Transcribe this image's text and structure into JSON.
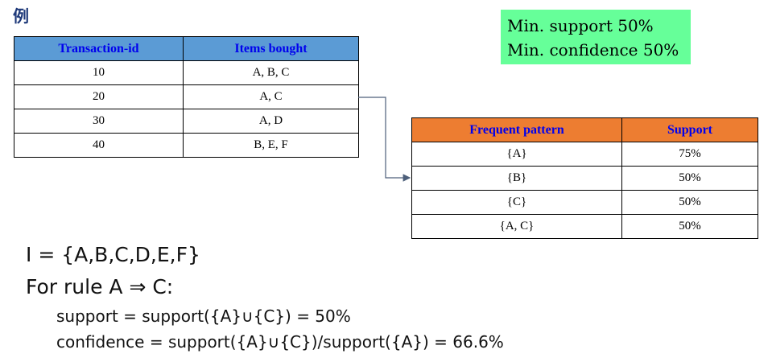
{
  "title_char": "例",
  "thresholds": {
    "min_support": "Min. support 50%",
    "min_confidence": "Min. confidence 50%"
  },
  "transactions": {
    "headers": [
      "Transaction-id",
      "Items bought"
    ],
    "rows": [
      [
        "10",
        "A, B, C"
      ],
      [
        "20",
        "A, C"
      ],
      [
        "30",
        "A, D"
      ],
      [
        "40",
        "B, E, F"
      ]
    ],
    "header_color": "#5b9bd5"
  },
  "frequent_patterns": {
    "headers": [
      "Frequent pattern",
      "Support"
    ],
    "rows": [
      [
        "{A}",
        "75%"
      ],
      [
        "{B}",
        "50%"
      ],
      [
        "{C}",
        "50%"
      ],
      [
        "{A, C}",
        "50%"
      ]
    ],
    "header_color": "#ed7d31"
  },
  "formulas": {
    "itemset": "I = {A,B,C,D,E,F}",
    "rule": "For rule A ⇒ C:",
    "support": "support = support({A}∪{C}) = 50%",
    "confidence": "confidence = support({A}∪{C})/support({A}) = 66.6%"
  }
}
